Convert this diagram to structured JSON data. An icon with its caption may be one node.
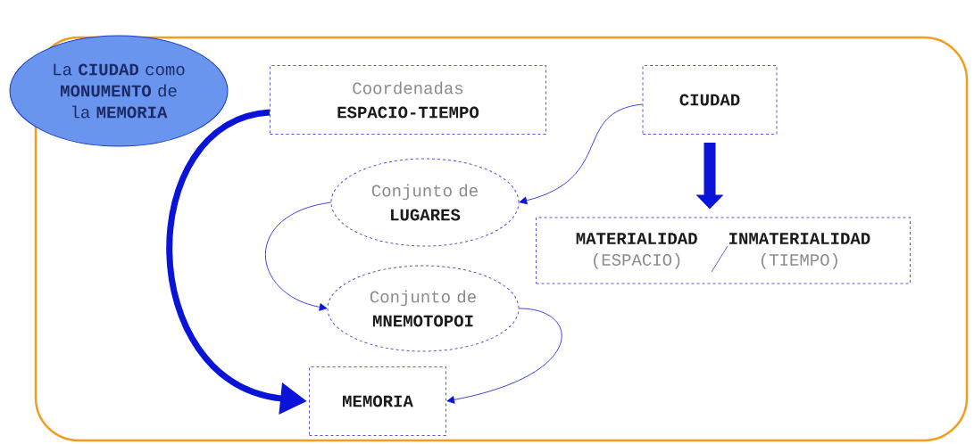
{
  "diagram": {
    "nodes": [
      {
        "text": [
          "La **CIUDAD** como **MONUMENTO** de la **MEMORIA**"
        ]
      },
      {
        "text": [
          "Coordenadas",
          "ESPACIO-TIEMPO"
        ]
      },
      {
        "text": [
          "CIUDAD"
        ]
      },
      {
        "text": [
          "Conjunto de",
          "LUGARES"
        ]
      },
      {
        "text": [
          "MATERIALIDAD",
          "(ESPACIO)",
          "INMATERIALIDAD",
          "(TIEMPO)"
        ]
      },
      {
        "text": [
          "Conjunto de",
          "MNEMOTOPOI"
        ]
      },
      {
        "text": [
          "MEMORIA"
        ]
      }
    ],
    "edges": [
      {
        "from": 1,
        "to": 6,
        "arrow": "to",
        "style": "thick"
      },
      {
        "from": 2,
        "to": 3,
        "arrow": "to"
      },
      {
        "from": 2,
        "to": 4,
        "arrow": "to",
        "style": "thick"
      },
      {
        "from": 3,
        "to": 5,
        "arrow": "to"
      },
      {
        "from": 5,
        "to": 6,
        "arrow": "to"
      }
    ]
  }
}
